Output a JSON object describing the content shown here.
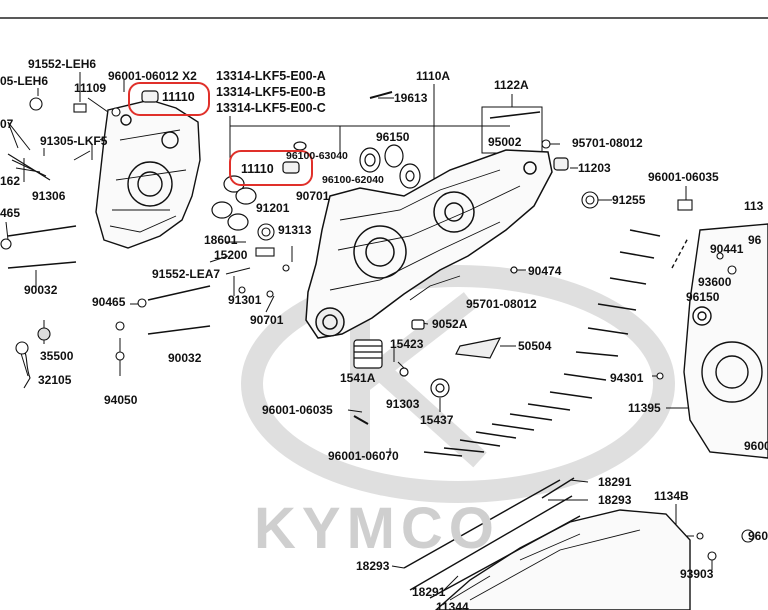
{
  "watermark": {
    "brand": "KYMCO"
  },
  "colors": {
    "highlight": "#e0302a",
    "line": "#111111",
    "watermark": "#cfcfcf"
  },
  "labels": {
    "l01": "91552-LEH6",
    "l02": "96001-06012 X2",
    "l03": "1110A",
    "l04": "05-LEH6",
    "l05": "11109",
    "l06": "11110",
    "l07": "13314-LKF5-E00-A",
    "l08": "13314-LKF5-E00-B",
    "l09": "13314-LKF5-E00-C",
    "l10": "19613",
    "l11": "1122A",
    "l12": "07",
    "l13": "91305-LKF5",
    "l14": "96150",
    "l15": "95002",
    "l16": "95701-08012",
    "l17": "96100-63040",
    "l18": "11110",
    "l19": "96100-62040",
    "l20": "11203",
    "l21": "162",
    "l22": "96001-06035",
    "l23": "91306",
    "l24": "90701",
    "l25": "91255",
    "l26": "113",
    "l27": "465",
    "l28": "91201",
    "l29": "96",
    "l30": "18601",
    "l31": "91313",
    "l32": "15200",
    "l33": "90441",
    "l34": "90474",
    "l35": "93600",
    "l36": "90032",
    "l37": "91552-LEA7",
    "l38": "96150",
    "l39": "90465",
    "l40": "91301",
    "l41": "95701-08012",
    "l42": "90701",
    "l43": "9052A",
    "l44": "35500",
    "l45": "90032",
    "l46": "15423",
    "l47": "50504",
    "l48": "32105",
    "l49": "1541A",
    "l50": "94301",
    "l51": "94050",
    "l52": "91303",
    "l53": "11395",
    "l54": "96001-06035",
    "l55": "15437",
    "l56": "96001-06070",
    "l57": "9600",
    "l58": "18291",
    "l59": "18293",
    "l60": "1134B",
    "l61": "9600",
    "l62": "18293",
    "l63": "18291",
    "l64": "93903",
    "l65": "11344"
  }
}
